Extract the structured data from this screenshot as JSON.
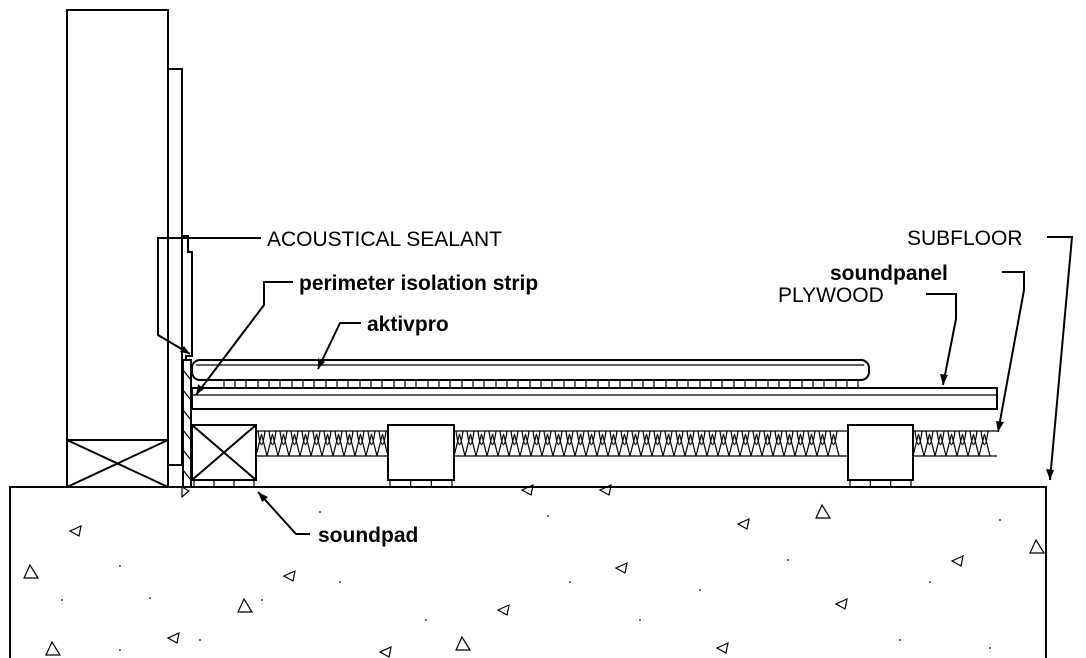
{
  "labels": {
    "acoustical_sealant": "ACOUSTICAL SEALANT",
    "perimeter_isolation_strip": "perimeter isolation strip",
    "aktivpro": "aktivpro",
    "plywood": "PLYWOOD",
    "soundpanel": "soundpanel",
    "subfloor": "SUBFLOOR",
    "soundpad": "soundpad"
  }
}
